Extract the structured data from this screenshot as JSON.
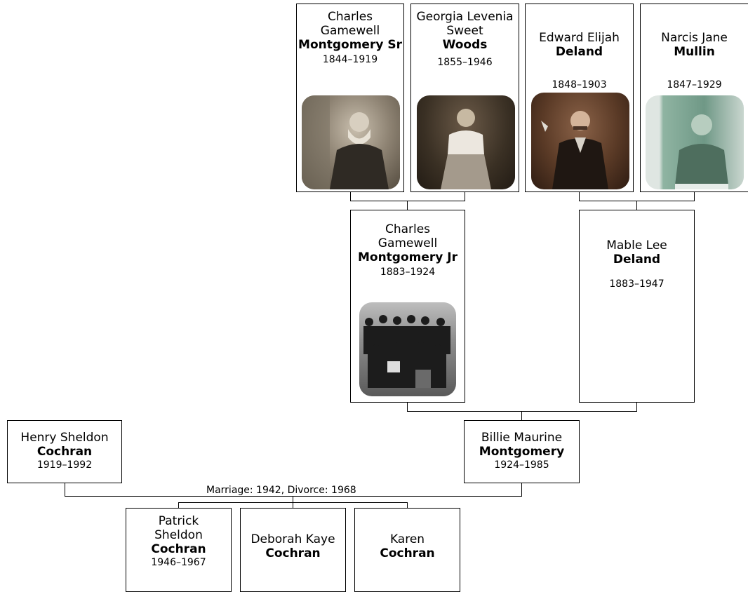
{
  "people": {
    "cg_sr": {
      "given": "Charles Gamewell",
      "surname": "Montgomery Sr",
      "years": "1844–1919"
    },
    "georgia": {
      "given": "Georgia Levenia Sweet",
      "surname": "Woods",
      "years": "1855–1946"
    },
    "edward": {
      "given": "Edward Elijah",
      "surname": "Deland",
      "years": "1848–1903"
    },
    "narcis": {
      "given": "Narcis Jane",
      "surname": "Mullin",
      "years": "1847–1929"
    },
    "cg_jr": {
      "given": "Charles Gamewell",
      "surname": "Montgomery Jr",
      "years": "1883–1924"
    },
    "mable": {
      "given": "Mable Lee",
      "surname": "Deland",
      "years": "1883–1947"
    },
    "henry": {
      "given": "Henry Sheldon",
      "surname": "Cochran",
      "years": "1919–1992"
    },
    "billie": {
      "given": "Billie Maurine",
      "surname": "Montgomery",
      "years": "1924–1985"
    },
    "patrick": {
      "given": "Patrick Sheldon",
      "surname": "Cochran",
      "years": "1946–1967"
    },
    "deborah": {
      "given": "Deborah Kaye",
      "surname": "Cochran"
    },
    "karen": {
      "given": "Karen",
      "surname": "Cochran"
    }
  },
  "marriage_label": "Marriage: 1942, Divorce: 1968",
  "colors": {
    "line": "#000000",
    "box_border": "#000000",
    "background": "#ffffff"
  }
}
